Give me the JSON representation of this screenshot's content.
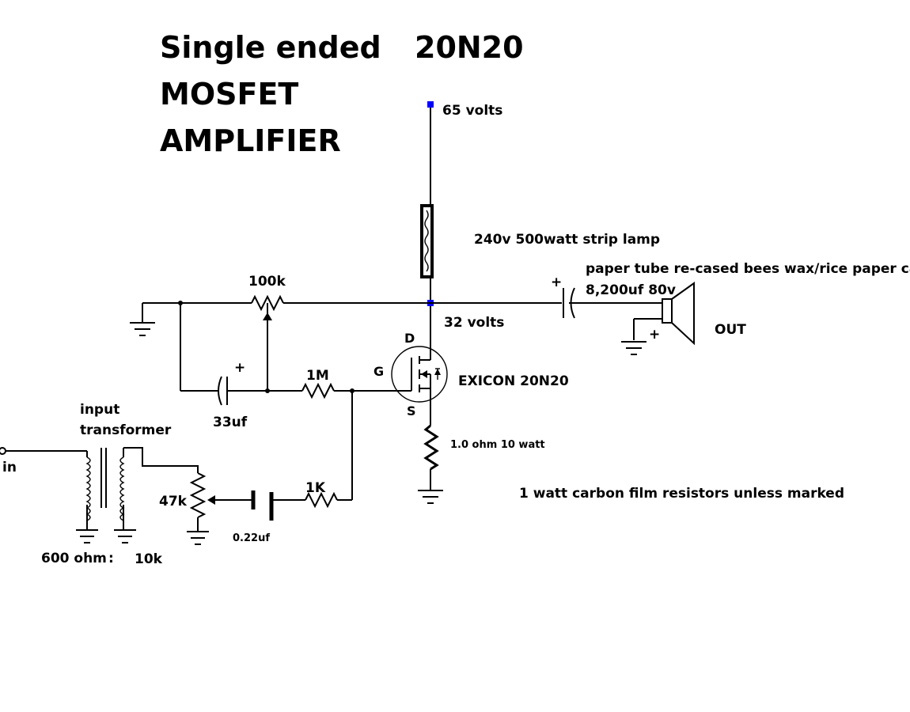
{
  "title": {
    "line1": "Single ended",
    "part": "20N20",
    "line2": "MOSFET",
    "line3": "AMPLIFIER"
  },
  "colors": {
    "node": "#0000ff",
    "wire": "#000000"
  },
  "labels": {
    "supply": "65 volts",
    "lamp": "240v 500watt strip lamp",
    "drain_voltage": "32 volts",
    "output_cap_desc": "paper tube re-cased bees wax/rice paper cap.",
    "output_cap_value": "8,200uf 80v",
    "out": "OUT",
    "pot_100k": "100k",
    "cap_33uf": "33uf",
    "res_1m": "1M",
    "mosfet": "EXICON 20N20",
    "pin_d": "D",
    "pin_g": "G",
    "pin_s": "S",
    "source_res": "1.0 ohm 10 watt",
    "note": "1 watt carbon film resistors unless marked",
    "input_transformer_1": "input",
    "input_transformer_2": "transformer",
    "in": "in",
    "pot_47k": "47k",
    "cap_022": "0.22uf",
    "res_1k": "1K",
    "ratio_primary": "600 ohm",
    "ratio_colon": ":",
    "ratio_secondary": "10k",
    "plus": "+"
  }
}
